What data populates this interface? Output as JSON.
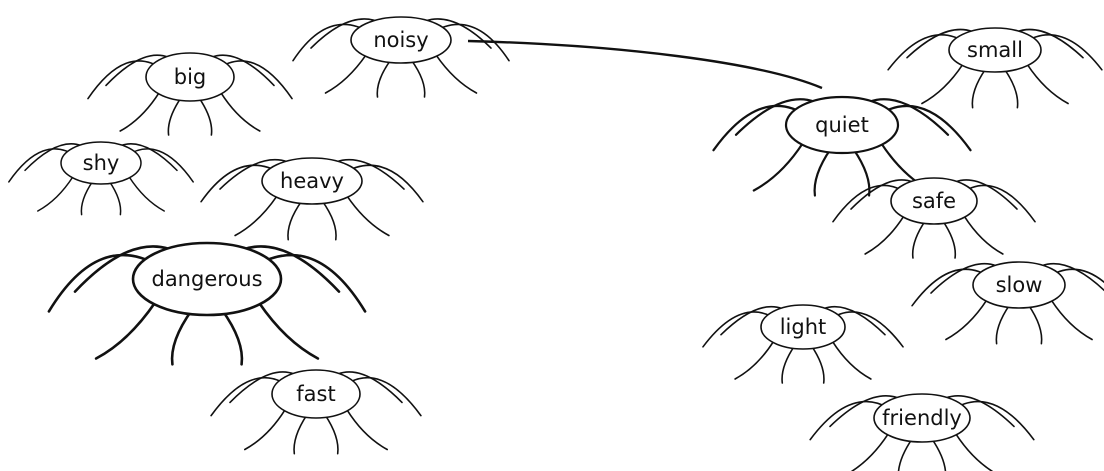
{
  "left_words": [
    "noisy",
    "big",
    "shy",
    "heavy",
    "dangerous",
    "fast"
  ],
  "right_words": [
    "small",
    "quiet",
    "safe",
    "slow",
    "light",
    "friendly"
  ],
  "matched_pair": [
    "noisy",
    "quiet"
  ],
  "colors": {
    "ink": "#111111",
    "background": "#ffffff"
  }
}
